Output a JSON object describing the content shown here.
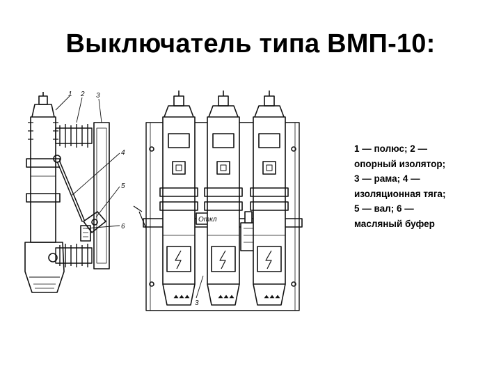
{
  "slide": {
    "title": "Выключатель типа ВМП-10:",
    "caption_lines": [
      "1 — полюс; 2 —",
      "опорный изолятор;",
      "3 — рама; 4 —",
      "изоляционная тяга;",
      "5 — вал; 6 —",
      "масляный буфер"
    ]
  },
  "drawing": {
    "callouts": [
      "1",
      "2",
      "3",
      "4",
      "5",
      "6",
      "3"
    ],
    "plate_label": "Откл"
  }
}
